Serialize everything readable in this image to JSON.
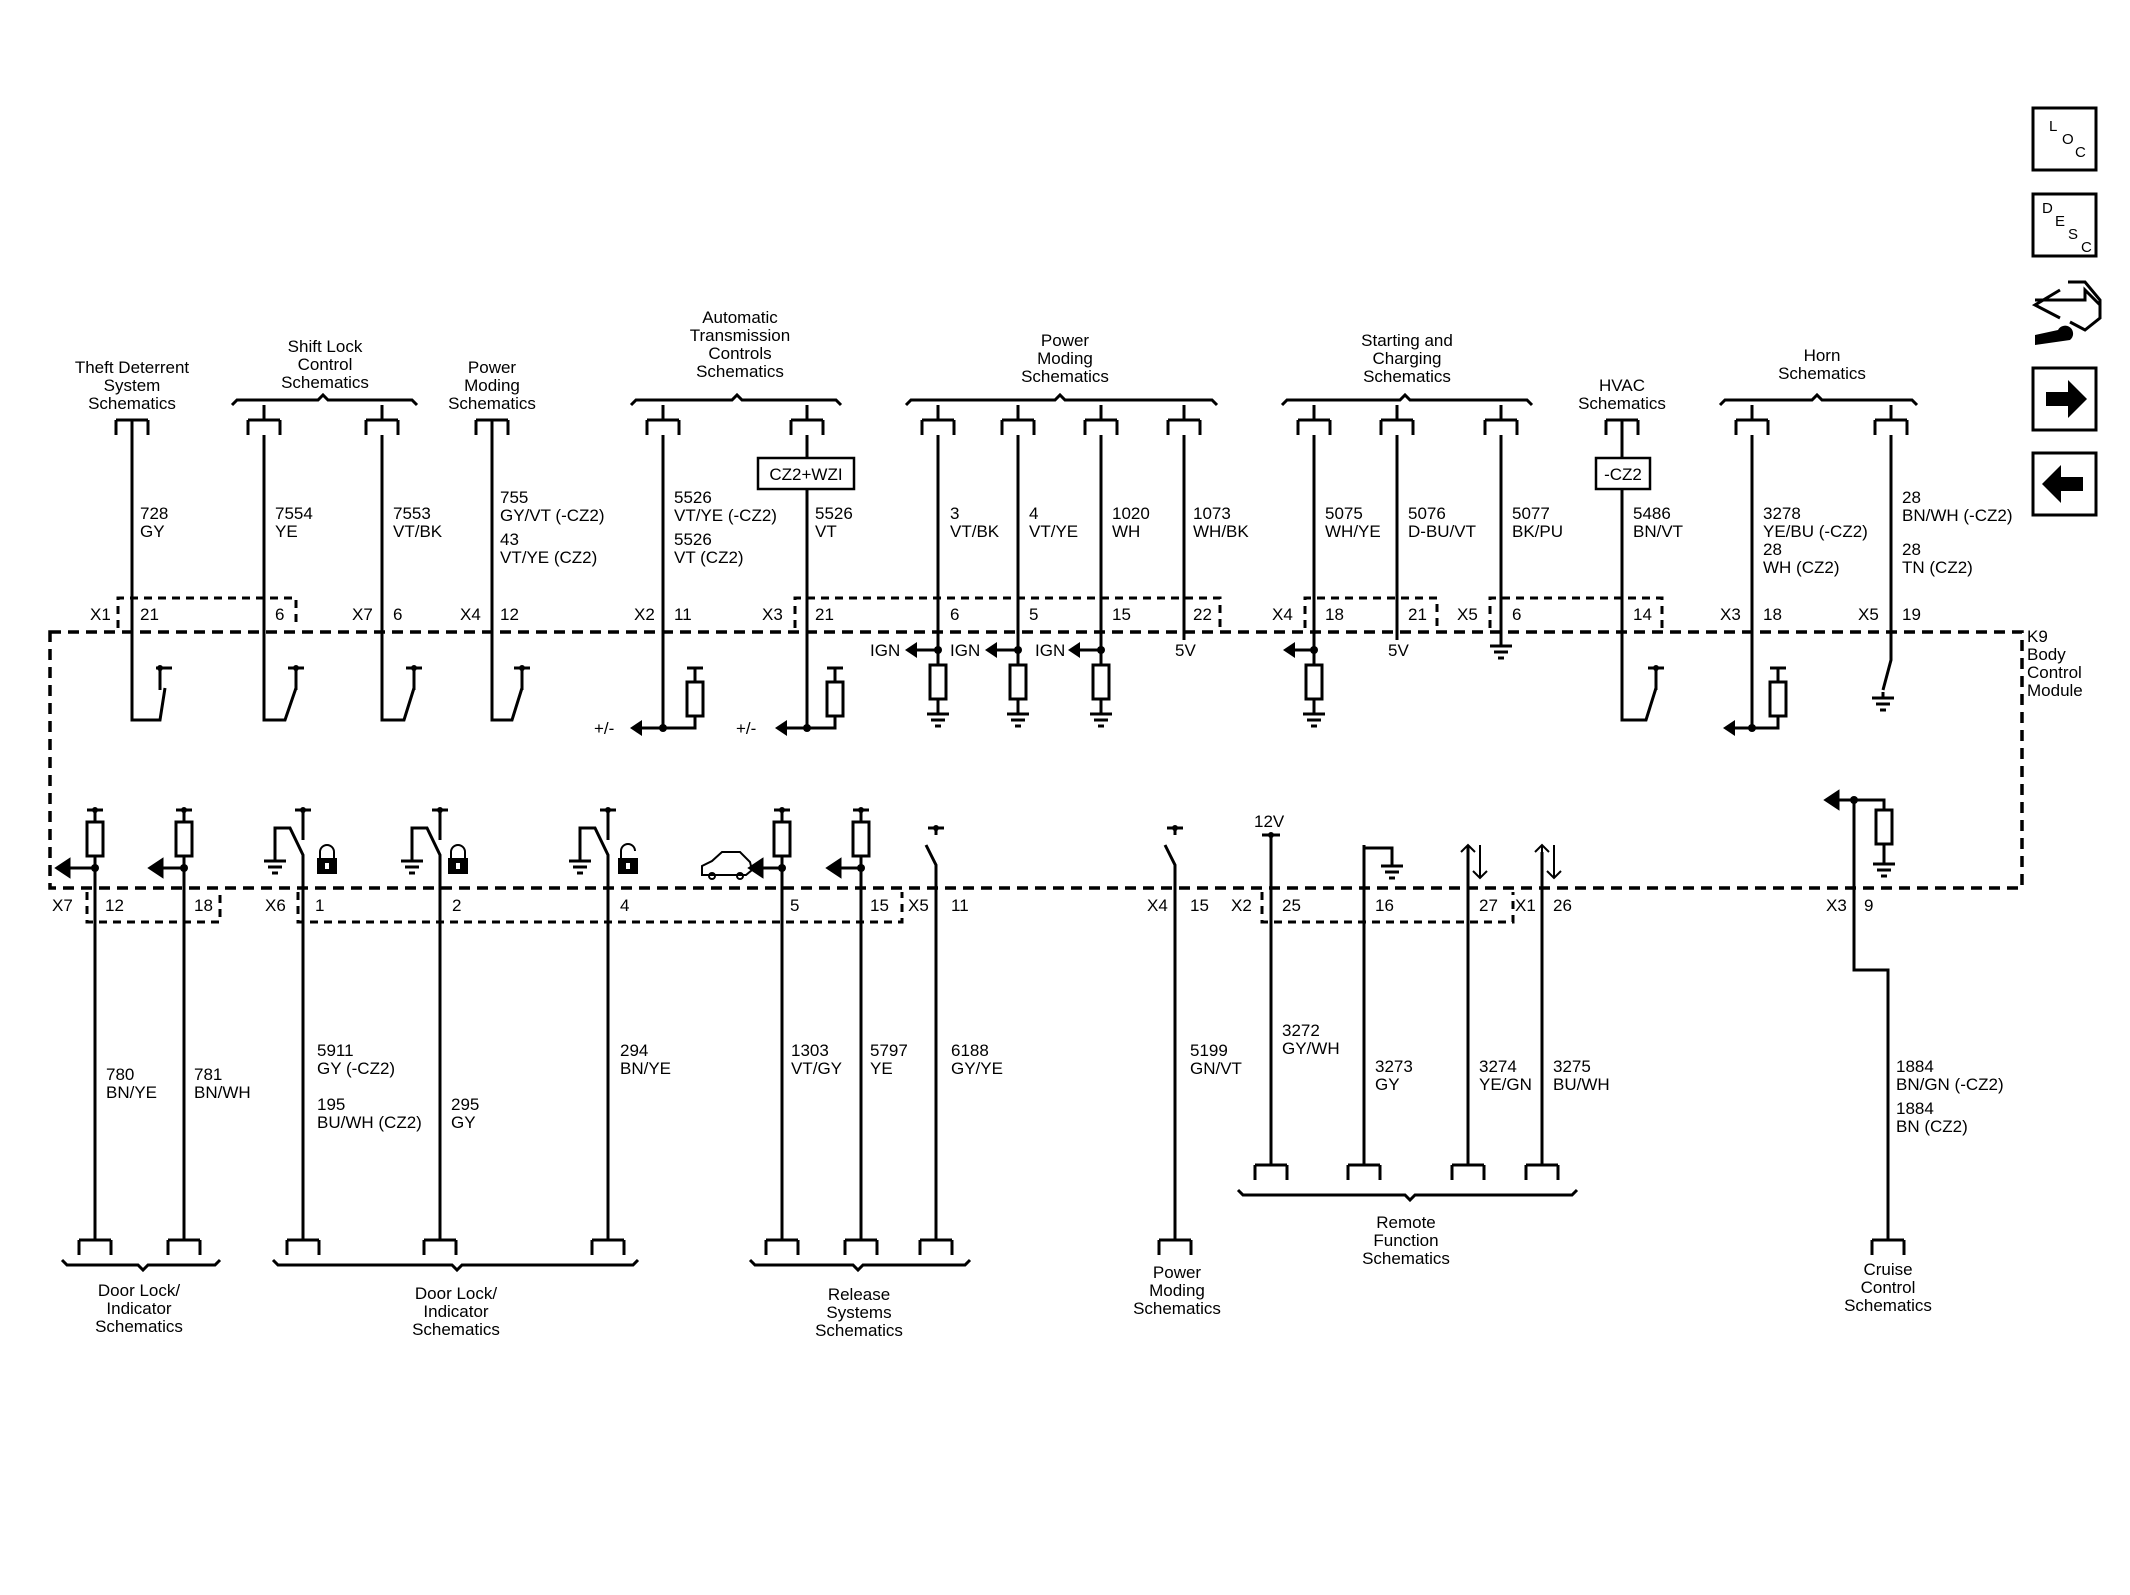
{
  "nav": {
    "loc": {
      "l1": "L",
      "l2": "O",
      "l3": "C"
    },
    "desc": {
      "l1": "D",
      "l2": "E",
      "l3": "S",
      "l4": "C"
    },
    "icons": [
      "connector-wrench-icon",
      "arrow-right-icon",
      "arrow-left-icon"
    ]
  },
  "module": {
    "name_lines": [
      "K9",
      "Body",
      "Control",
      "Module"
    ]
  },
  "top_groups": [
    {
      "lines": [
        "Theft Deterrent",
        "System",
        "Schematics"
      ]
    },
    {
      "lines": [
        "Shift Lock",
        "Control",
        "Schematics"
      ]
    },
    {
      "lines": [
        "Power",
        "Moding",
        "Schematics"
      ]
    },
    {
      "lines": [
        "Automatic",
        "Transmission",
        "Controls",
        "Schematics"
      ]
    },
    {
      "lines": [
        "Power",
        "Moding",
        "Schematics"
      ]
    },
    {
      "lines": [
        "Starting and",
        "Charging",
        "Schematics"
      ]
    },
    {
      "lines": [
        "HVAC",
        "Schematics"
      ]
    },
    {
      "lines": [
        "Horn",
        "Schematics"
      ]
    }
  ],
  "bottom_groups": [
    {
      "lines": [
        "Door Lock/",
        "Indicator",
        "Schematics"
      ]
    },
    {
      "lines": [
        "Door Lock/",
        "Indicator",
        "Schematics"
      ]
    },
    {
      "lines": [
        "Release",
        "Systems",
        "Schematics"
      ]
    },
    {
      "lines": [
        "Power",
        "Moding",
        "Schematics"
      ]
    },
    {
      "lines": [
        "Remote",
        "Function",
        "Schematics"
      ]
    },
    {
      "lines": [
        "Cruise",
        "Control",
        "Schematics"
      ]
    }
  ],
  "option_boxes": [
    "CZ2+WZI",
    "-CZ2"
  ],
  "top_wires": [
    {
      "lines": [
        "728",
        "GY"
      ]
    },
    {
      "lines": [
        "7554",
        "YE"
      ]
    },
    {
      "lines": [
        "7553",
        "VT/BK"
      ]
    },
    {
      "lines": [
        "755",
        "GY/VT  (-CZ2)",
        "43",
        "VT/YE  (CZ2)"
      ]
    },
    {
      "lines": [
        "5526",
        "VT/YE  (-CZ2)",
        "5526",
        "VT     (CZ2)"
      ]
    },
    {
      "lines": [
        "5526",
        "VT"
      ]
    },
    {
      "lines": [
        "3",
        "VT/BK"
      ]
    },
    {
      "lines": [
        "4",
        "VT/YE"
      ]
    },
    {
      "lines": [
        "1020",
        "WH"
      ]
    },
    {
      "lines": [
        "1073",
        "WH/BK"
      ]
    },
    {
      "lines": [
        "5075",
        "WH/YE"
      ]
    },
    {
      "lines": [
        "5076",
        "D-BU/VT"
      ]
    },
    {
      "lines": [
        "5077",
        "BK/PU"
      ]
    },
    {
      "lines": [
        "5486",
        "BN/VT"
      ]
    },
    {
      "lines": [
        "3278",
        "YE/BU  (-CZ2)",
        "28",
        "WH  (CZ2)"
      ]
    },
    {
      "lines": [
        "28",
        "BN/WH (-CZ2)",
        "28",
        "TN (CZ2)"
      ]
    }
  ],
  "bottom_wires": [
    {
      "lines": [
        "780",
        "BN/YE"
      ]
    },
    {
      "lines": [
        "781",
        "BN/WH"
      ]
    },
    {
      "lines": [
        "5911",
        "GY (-CZ2)",
        "195",
        "BU/WH (CZ2)"
      ]
    },
    {
      "lines": [
        "295",
        "GY"
      ]
    },
    {
      "lines": [
        "294",
        "BN/YE"
      ]
    },
    {
      "lines": [
        "1303",
        "VT/GY"
      ]
    },
    {
      "lines": [
        "5797",
        "YE"
      ]
    },
    {
      "lines": [
        "6188",
        "GY/YE"
      ]
    },
    {
      "lines": [
        "5199",
        "GN/VT"
      ]
    },
    {
      "lines": [
        "3272",
        "GY/WH"
      ]
    },
    {
      "lines": [
        "3273",
        "GY"
      ]
    },
    {
      "lines": [
        "3274",
        "YE/GN"
      ]
    },
    {
      "lines": [
        "3275",
        "BU/WH"
      ]
    },
    {
      "lines": [
        "1884",
        "BN/GN (-CZ2)",
        "1884",
        "BN    (CZ2)"
      ]
    }
  ],
  "connectors": [
    "X1",
    "X7",
    "X4",
    "X2",
    "X3",
    "X4",
    "X5",
    "X3",
    "X5",
    "X7",
    "X6",
    "X5",
    "X4",
    "X2",
    "X1",
    "X3"
  ],
  "pins": [
    "21",
    "6",
    "6",
    "12",
    "11",
    "21",
    "6",
    "5",
    "15",
    "22",
    "18",
    "21",
    "6",
    "14",
    "18",
    "19",
    "12",
    "18",
    "1",
    "2",
    "4",
    "5",
    "15",
    "11",
    "15",
    "25",
    "16",
    "27",
    "26",
    "9"
  ],
  "signals": {
    "ign": "IGN",
    "v5": "5V",
    "v12": "12V",
    "pm": "+/-"
  }
}
